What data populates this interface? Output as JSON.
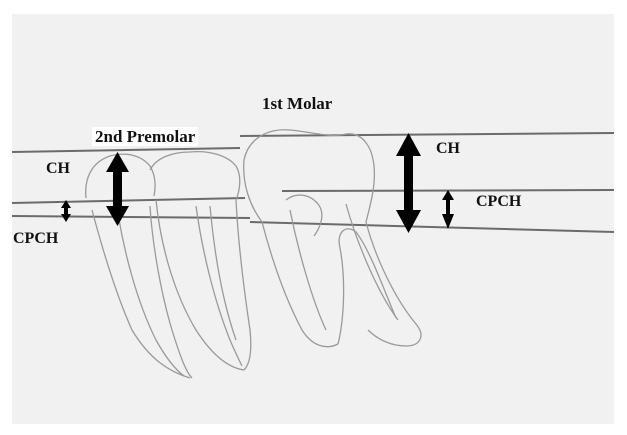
{
  "diagram": {
    "labels": {
      "molar": "1st Molar",
      "premolar": "2nd Premolar",
      "ch_left": "CH",
      "cpch_left": "CPCH",
      "ch_right": "CH",
      "cpch_right": "CPCH"
    },
    "colors": {
      "background": "#f1f1f1",
      "line": "#6e6e6e",
      "tooth_outline": "#9a9a9a",
      "arrow": "#000000"
    }
  }
}
